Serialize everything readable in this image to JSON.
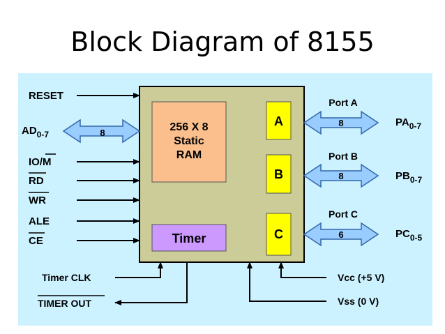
{
  "title": "Block Diagram of 8155",
  "chip": {
    "ram_lines": [
      "256 X 8",
      "Static",
      "RAM"
    ],
    "timer": "Timer",
    "port_a_box": "A",
    "port_b_box": "B",
    "port_c_box": "C"
  },
  "left_signals": {
    "reset": "RESET",
    "ad": "AD",
    "ad_sub": "0-7",
    "ad_width": "8",
    "io_m": "IO/",
    "io_m_bar": "M",
    "rd": "RD",
    "wr": "WR",
    "ale": "ALE",
    "ce": "CE"
  },
  "ports": [
    {
      "name": "Port A",
      "width": "8",
      "pin": "PA",
      "pin_sub": "0-7"
    },
    {
      "name": "Port B",
      "width": "8",
      "pin": "PB",
      "pin_sub": "0-7"
    },
    {
      "name": "Port C",
      "width": "6",
      "pin": "PC",
      "pin_sub": "0-5"
    }
  ],
  "bottom_signals": {
    "timer_clk": "Timer CLK",
    "timer_out": "TIMER OUT",
    "vcc": "Vcc (+5 V)",
    "vss": "Vss (0 V)"
  },
  "colors": {
    "panel": "#ccf2ff",
    "chip": "#cccc99",
    "ram": "#fbbf8e",
    "timer": "#cc99ff",
    "port_box": "#ffff00",
    "bus_arrow": "#99ccff"
  }
}
